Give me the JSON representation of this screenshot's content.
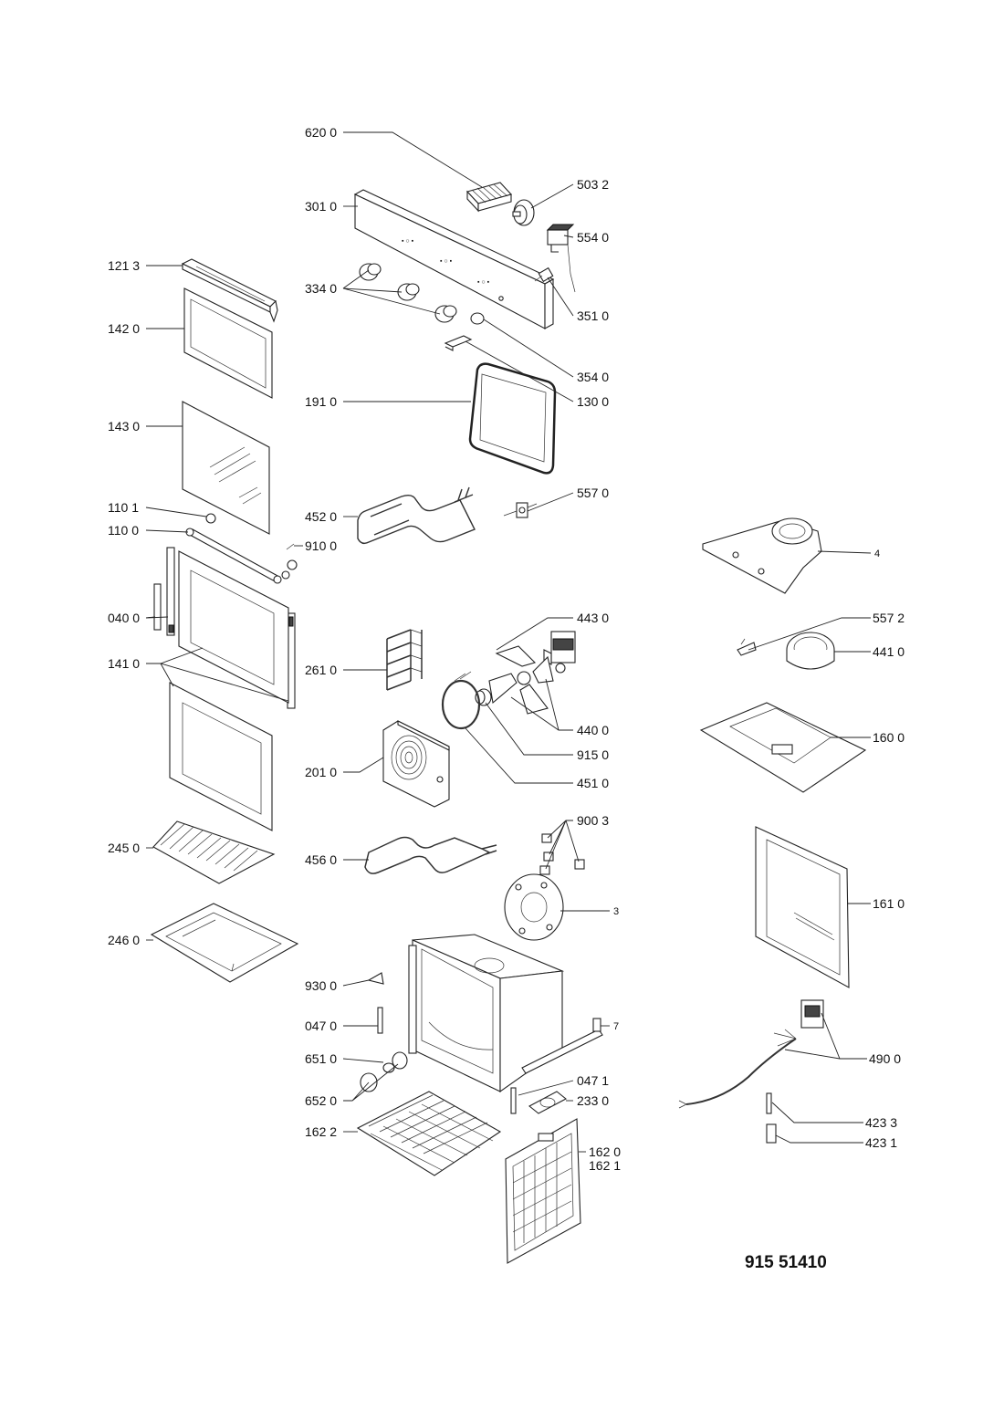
{
  "document_number": "915 51410",
  "parts": {
    "p620_0": "620 0",
    "p301_0": "301 0",
    "p503_2": "503 2",
    "p554_0": "554 0",
    "p121_3": "121 3",
    "p334_0": "334 0",
    "p351_0": "351 0",
    "p142_0": "142 0",
    "p354_0": "354 0",
    "p191_0": "191 0",
    "p130_0": "130 0",
    "p143_0": "143 0",
    "p557_0": "557 0",
    "p452_0": "452 0",
    "p110_1": "110 1",
    "p110_0": "110 0",
    "p910_0": "910 0",
    "p4": "4",
    "p040_0": "040 0",
    "p443_0": "443 0",
    "p557_2": "557 2",
    "p441_0": "441 0",
    "p141_0": "141 0",
    "p261_0": "261 0",
    "p440_0": "440 0",
    "p160_0": "160 0",
    "p915_0": "915 0",
    "p201_0": "201 0",
    "p451_0": "451 0",
    "p900_3": "900 3",
    "p245_0": "245 0",
    "p456_0": "456 0",
    "p161_0": "161 0",
    "p3": "3",
    "p246_0": "246 0",
    "p930_0": "930 0",
    "p047_0": "047 0",
    "p7": "7",
    "p651_0": "651 0",
    "p490_0": "490 0",
    "p047_1": "047 1",
    "p652_0": "652 0",
    "p233_0": "233 0",
    "p423_3": "423 3",
    "p162_2": "162 2",
    "p423_1": "423 1",
    "p162_0": "162 0",
    "p162_1": "162 1"
  }
}
